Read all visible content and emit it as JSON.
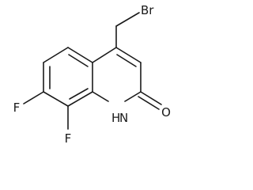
{
  "molecule": {
    "atoms": {
      "br": "Br",
      "o": "O",
      "nh": "H",
      "n": "N",
      "f7": "F",
      "f8": "F"
    }
  },
  "colors": {
    "ink": "#1a1a1a",
    "background": "#ffffff"
  }
}
